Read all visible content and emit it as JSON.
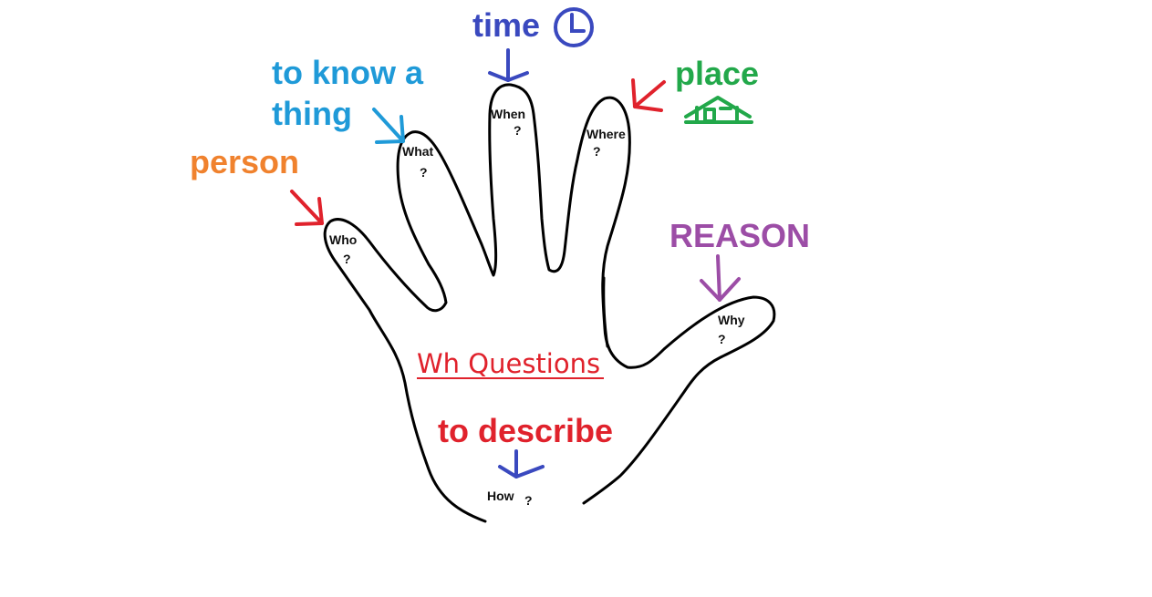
{
  "colors": {
    "outline": "#000000",
    "person": "#f0822e",
    "thing": "#1f9ad8",
    "time": "#3a49bf",
    "place": "#22a84a",
    "reason": "#9c4da6",
    "red": "#e0222c",
    "describe_arrow": "#3a49bf"
  },
  "labels": {
    "person": "person",
    "thing_line1": "to know a",
    "thing_line2": "thing",
    "time": "time",
    "place": "place",
    "reason": "REASON",
    "title": "Wh Questions",
    "describe": "to describe"
  },
  "fingers": {
    "who": {
      "word": "Who",
      "mark": "?"
    },
    "what": {
      "word": "What",
      "mark": "?"
    },
    "when": {
      "word": "When",
      "mark": "?"
    },
    "where": {
      "word": "Where",
      "mark": "?"
    },
    "why": {
      "word": "Why",
      "mark": "?"
    },
    "how": {
      "word": "How",
      "mark": "?"
    }
  },
  "icons": {
    "time": "clock-icon",
    "place": "house-icon"
  }
}
